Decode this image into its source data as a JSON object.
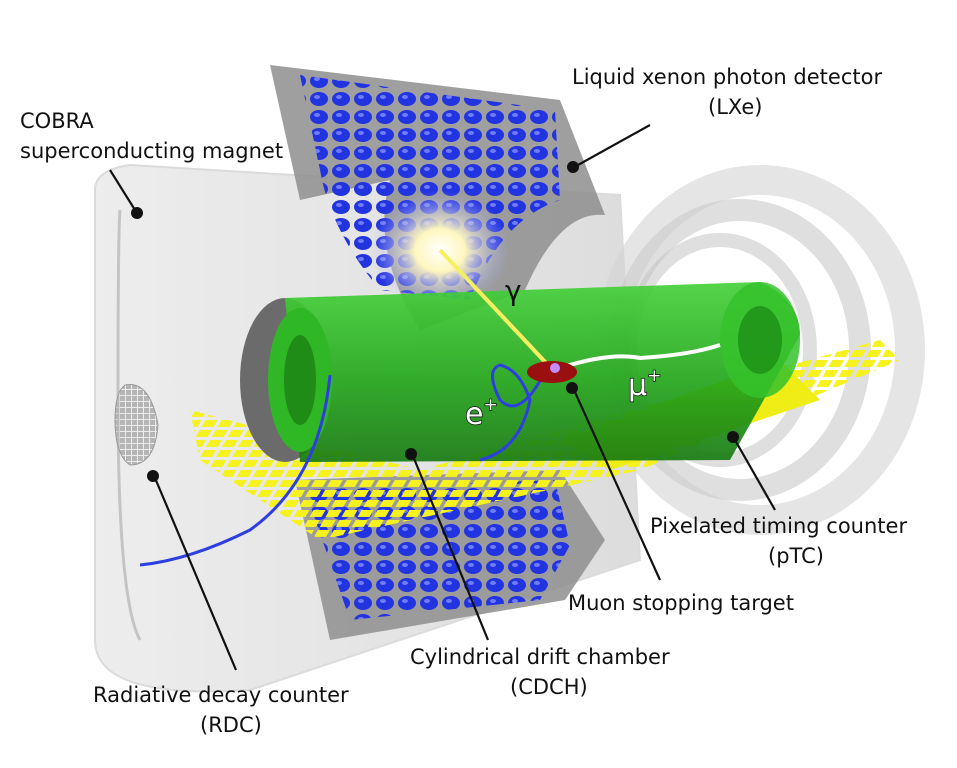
{
  "labels": {
    "cobra_line1": "COBRA",
    "cobra_line2": "superconducting magnet",
    "lxe_line1": "Liquid xenon photon detector",
    "lxe_line2": "(LXe)",
    "ptc_line1": "Pixelated timing counter",
    "ptc_line2": "(pTC)",
    "target": "Muon stopping target",
    "cdch_line1": "Cylindrical drift chamber",
    "cdch_line2": "(CDCH)",
    "rdc_line1": "Radiative decay counter",
    "rdc_line2": "(RDC)"
  },
  "particles": {
    "gamma": "γ",
    "positron_base": "e",
    "positron_sup": "+",
    "muon_base": "μ",
    "muon_sup": "+"
  },
  "colors": {
    "magnet": "#d9d9d9",
    "lxe_body": "#8c8c8c",
    "lxe_pmt": "#1f2fd6",
    "cdch": "#27b51f",
    "ptc": "#f2ef1a",
    "target": "#9a1010",
    "rdc": "#bfbfbf"
  }
}
